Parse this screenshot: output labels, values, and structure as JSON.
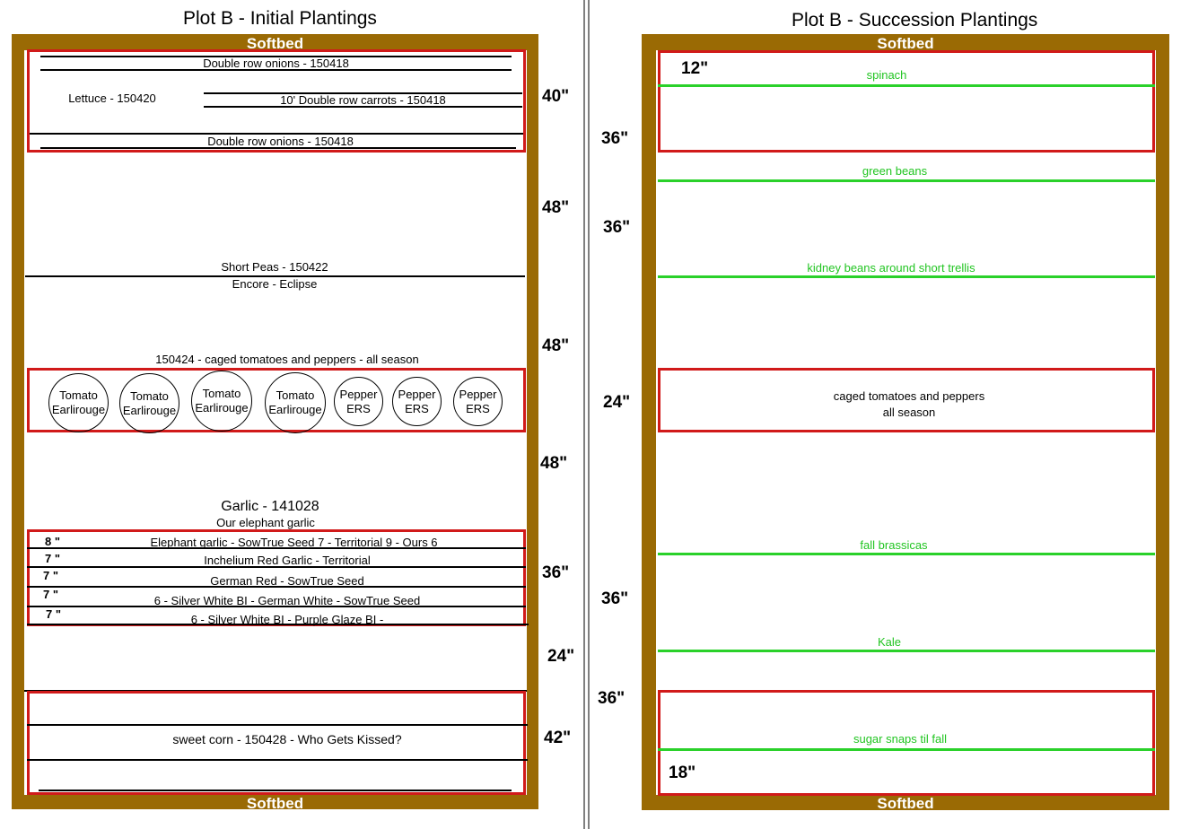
{
  "plot_left": {
    "title": "Plot B - Initial Plantings",
    "softbed_top": "Softbed",
    "softbed_bottom": "Softbed",
    "onions_top": "Double row onions - 150418",
    "lettuce": "Lettuce - 150420",
    "carrots": "10' Double row carrots - 150418",
    "onions_bottom": "Double row onions - 150418",
    "peas_title": "Short Peas - 150422",
    "peas_varieties": "Encore - Eclipse",
    "cages_title": "150424 - caged tomatoes and peppers - all season",
    "plants": [
      {
        "line1": "Tomato",
        "line2": "Earlirouge"
      },
      {
        "line1": "Tomato",
        "line2": "Earlirouge"
      },
      {
        "line1": "Tomato",
        "line2": "Earlirouge"
      },
      {
        "line1": "Tomato",
        "line2": "Earlirouge"
      },
      {
        "line1": "Pepper",
        "line2": "ERS"
      },
      {
        "line1": "Pepper",
        "line2": "ERS"
      },
      {
        "line1": "Pepper",
        "line2": "ERS"
      }
    ],
    "garlic_title": "Garlic - 141028",
    "garlic_subtitle": "Our elephant garlic",
    "garlic_rows": [
      {
        "spacing": "8 \"",
        "label": "Elephant garlic - SowTrue Seed 7 - Territorial 9 - Ours 6"
      },
      {
        "spacing": "7 \"",
        "label": "Inchelium Red Garlic - Territorial"
      },
      {
        "spacing": "7 \"",
        "label": "German Red - SowTrue Seed"
      },
      {
        "spacing": "7 \"",
        "label": "6 - Silver White BI - German White - SowTrue Seed"
      },
      {
        "spacing": "7 \"",
        "label": "6 - Silver White BI - Purple Glaze BI -"
      }
    ],
    "corn": "sweet corn - 150428 - Who Gets Kissed?",
    "measurements": [
      "40\"",
      "48\"",
      "48\"",
      "48\"",
      "36\"",
      "24\"",
      "42\""
    ]
  },
  "plot_right": {
    "title": "Plot B - Succession Plantings",
    "softbed_top": "Softbed",
    "softbed_bottom": "Softbed",
    "spinach": "spinach",
    "green_beans": "green beans",
    "kidney_beans": "kidney beans around short trellis",
    "cages_line1": "caged tomatoes and peppers",
    "cages_line2": "all season",
    "fall_brassicas": "fall brassicas",
    "kale": "Kale",
    "sugar_snaps": "sugar snaps til fall",
    "inner_top": "12\"",
    "inner_bottom": "18\"",
    "measurements": [
      "36\"",
      "36\"",
      "24\"",
      "36\"",
      "36\""
    ]
  },
  "colors": {
    "bed": "#9a6a04",
    "box": "#d11a1a",
    "succession": "#2ad12a",
    "divider": "#808080"
  }
}
